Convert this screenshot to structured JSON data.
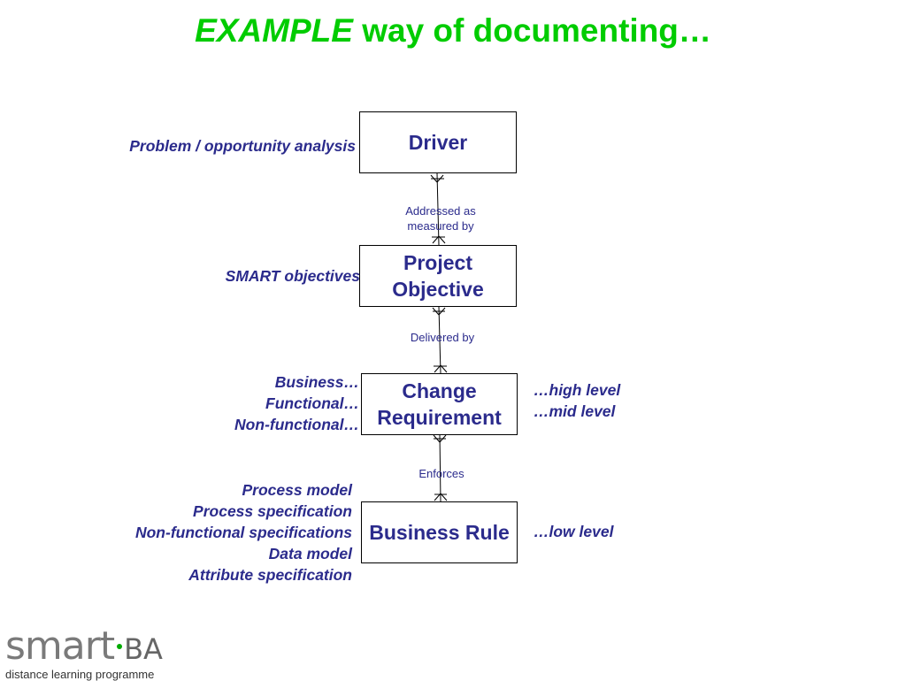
{
  "title": {
    "emphasis": "EXAMPLE",
    "rest": " way of documenting…"
  },
  "boxes": {
    "driver": "Driver",
    "objective_line1": "Project",
    "objective_line2": "Objective",
    "change_line1": "Change",
    "change_line2": "Requirement",
    "business_rule": "Business Rule"
  },
  "relationships": {
    "addressed_line1": "Addressed as",
    "addressed_line2": "measured by",
    "delivered": "Delivered by",
    "enforces": "Enforces"
  },
  "notes": {
    "driver": "Problem / opportunity analysis",
    "objective": "SMART objectives",
    "change_left": [
      "Business…",
      "Functional…",
      "Non-functional…"
    ],
    "change_right": [
      "…high level",
      "…mid level"
    ],
    "rule_left": [
      "Process model",
      "Process specification",
      "Non-functional specifications",
      "Data model",
      "Attribute specification"
    ],
    "rule_right": "…low level"
  },
  "logo": {
    "brand": "smart",
    "suffix": "BA",
    "tagline": "distance learning programme"
  },
  "colors": {
    "title": "#00cc00",
    "text": "#2b2b8c",
    "logo_dot": "#00aa00"
  }
}
